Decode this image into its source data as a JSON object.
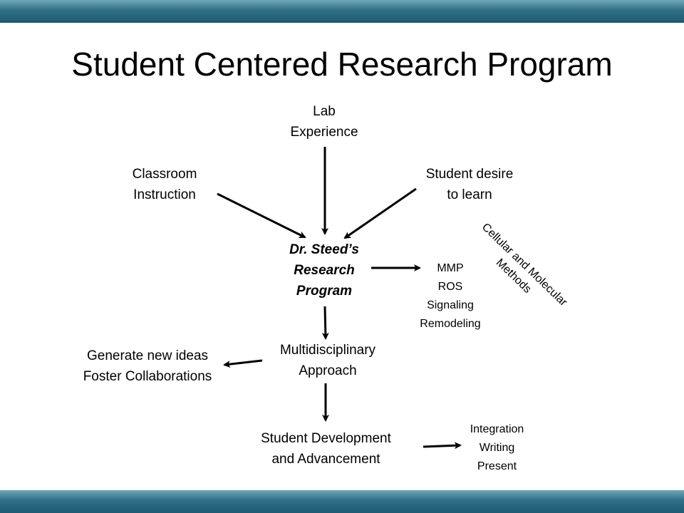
{
  "title": "Student Centered Research Program",
  "nodes": {
    "lab": [
      "Lab",
      "Experience"
    ],
    "classroom": [
      "Classroom",
      "Instruction"
    ],
    "desire": [
      "Student desire",
      "to learn"
    ],
    "program": [
      "Dr. Steed’s",
      "Research",
      "Program"
    ],
    "methods": [
      "MMP",
      "ROS",
      "Signaling",
      "Remodeling"
    ],
    "methods_label": [
      "Cellular and Molecular",
      "Methods"
    ],
    "multi": [
      "Multidisciplinary",
      "Approach"
    ],
    "ideas": [
      "Generate new ideas",
      "Foster Collaborations"
    ],
    "development": [
      "Student Development",
      "and Advancement"
    ],
    "skills": [
      "Integration",
      "Writing",
      "Present"
    ]
  },
  "colors": {
    "band": "#2f6f86",
    "text": "#000000"
  }
}
